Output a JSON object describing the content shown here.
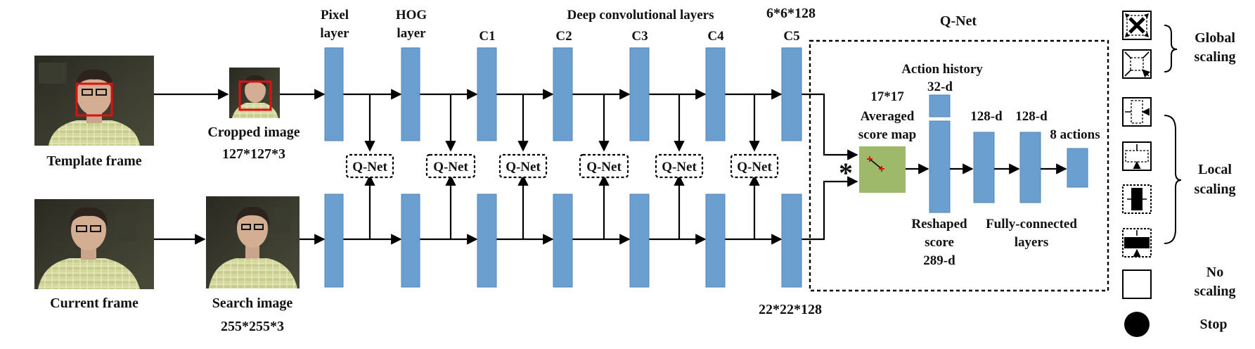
{
  "images": {
    "template_frame": "Template frame",
    "cropped_image": "Cropped image",
    "cropped_size": "127*127*3",
    "current_frame": "Current frame",
    "search_image": "Search image",
    "search_size": "255*255*3"
  },
  "layers": {
    "pixel": [
      "Pixel",
      "layer"
    ],
    "hog": [
      "HOG",
      "layer"
    ],
    "deep_title": "Deep convolutional layers",
    "conv": [
      "C1",
      "C2",
      "C3",
      "C4",
      "C5"
    ],
    "c5_top_size": "6*6*128",
    "c5_bottom_size": "22*22*128",
    "qnet_label": "Q-Net"
  },
  "qnet_panel": {
    "title": "Q-Net",
    "action_history": "Action history",
    "action_history_dim": "32-d",
    "score_map": [
      "17*17",
      "Averaged",
      "score map"
    ],
    "correlation_symbol": "*",
    "reshaped": [
      "Reshaped",
      "score",
      "289-d"
    ],
    "fc1": "128-d",
    "fc2": "128-d",
    "output": "8 actions",
    "fc_caption": [
      "Fully-connected",
      "layers"
    ]
  },
  "legend": {
    "global": [
      "Global",
      "scaling"
    ],
    "local": [
      "Local",
      "scaling"
    ],
    "none": [
      "No",
      "scaling"
    ],
    "stop": "Stop"
  },
  "colors": {
    "layer_fill": "#6a9fd0",
    "score_map_fill": "#9fb96a",
    "face_box": "#e01010",
    "marker": "#e01010"
  }
}
